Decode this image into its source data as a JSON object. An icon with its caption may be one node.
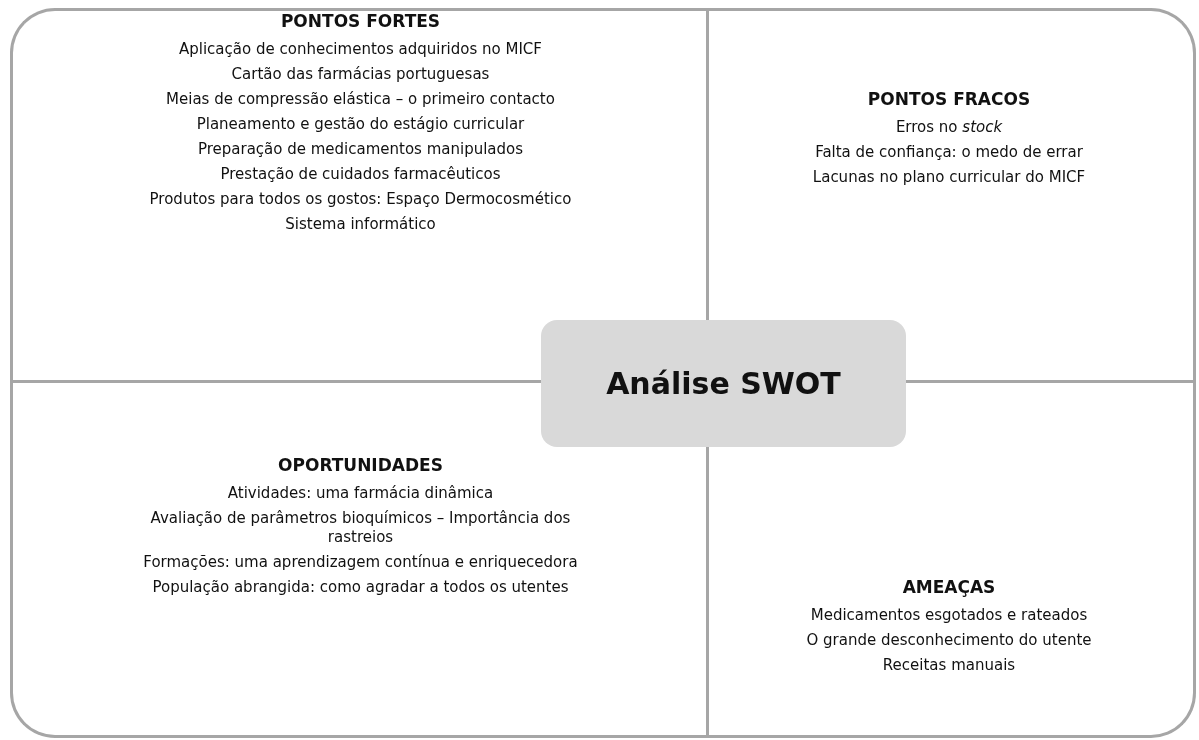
{
  "diagram": {
    "nodes": [
      {
        "text": [
          "PONTOS FORTES",
          "Aplicação de conhecimentos adquiridos no MICF",
          "Cartão das farmácias portuguesas",
          "Meias de compressão elástica – o primeiro contacto",
          "Planeamento e gestão do estágio curricular",
          "Preparação de medicamentos manipulados",
          "Prestação de cuidados farmacêuticos",
          "Produtos para todos os gostos: Espaço Dermocosmético",
          "Sistema informático"
        ]
      },
      {
        "text": [
          "PONTOS FRACOS",
          "Erros no *stock*",
          "Falta de confiança: o medo de errar",
          "Lacunas no plano curricular do MICF"
        ]
      },
      {
        "text": [
          "OPORTUNIDADES",
          "Atividades: uma farmácia dinâmica",
          "Avaliação de parâmetros bioquímicos – Importância dos rastreios",
          "Formações: uma aprendizagem contínua e enriquecedora",
          "População abrangida: como agradar a todos os utentes"
        ]
      },
      {
        "text": [
          "AMEAÇAS",
          "Medicamentos esgotados e rateados",
          "O grande desconhecimento do utente",
          "Receitas manuais"
        ]
      },
      {
        "text": [
          "Análise SWOT"
        ]
      }
    ],
    "edges": []
  }
}
